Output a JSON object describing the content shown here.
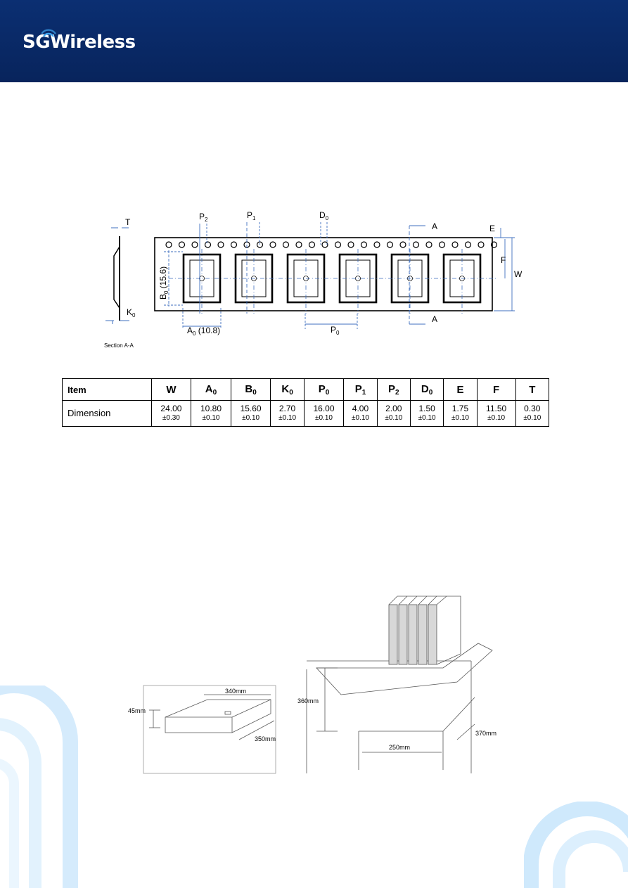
{
  "brand": {
    "name": "SGWireless"
  },
  "colors": {
    "header": "#0b2f72",
    "deco": "#3fa6f2",
    "dimension_lines": "#3f6fbf"
  },
  "tape_drawing": {
    "labels": {
      "T": "T",
      "K": "K",
      "K_sub": "0",
      "P2": "P",
      "P2_sub": "2",
      "P1": "P",
      "P1_sub": "1",
      "D0": "D",
      "D0_sub": "0",
      "E": "E",
      "F": "F",
      "W": "W",
      "A_top": "A",
      "A_bottom": "A",
      "B0": "B",
      "B0_sub": "0",
      "B0_value": " (15.6)",
      "A0": "A",
      "A0_sub": "0",
      "A0_value": " (10.8)",
      "P0": "P",
      "P0_sub": "0",
      "section": "Section A-A"
    }
  },
  "table": {
    "header_item": "Item",
    "columns": [
      {
        "sym": "W",
        "sub": ""
      },
      {
        "sym": "A",
        "sub": "0"
      },
      {
        "sym": "B",
        "sub": "0"
      },
      {
        "sym": "K",
        "sub": "0"
      },
      {
        "sym": "P",
        "sub": "0"
      },
      {
        "sym": "P",
        "sub": "1"
      },
      {
        "sym": "P",
        "sub": "2"
      },
      {
        "sym": "D",
        "sub": "0"
      },
      {
        "sym": "E",
        "sub": ""
      },
      {
        "sym": "F",
        "sub": ""
      },
      {
        "sym": "T",
        "sub": ""
      }
    ],
    "row_label": "Dimension",
    "values": [
      "24.00",
      "10.80",
      "15.60",
      "2.70",
      "16.00",
      "4.00",
      "2.00",
      "1.50",
      "1.75",
      "11.50",
      "0.30"
    ],
    "tolerances": [
      "±0.30",
      "±0.10",
      "±0.10",
      "±0.10",
      "±0.10",
      "±0.10",
      "±0.10",
      "±0.10",
      "±0.10",
      "±0.10",
      "±0.10"
    ]
  },
  "packaging": {
    "box_height": "45mm",
    "box_width": "340mm",
    "box_depth": "350mm",
    "carton_height": "360mm",
    "carton_width": "250mm",
    "carton_depth": "370mm"
  }
}
